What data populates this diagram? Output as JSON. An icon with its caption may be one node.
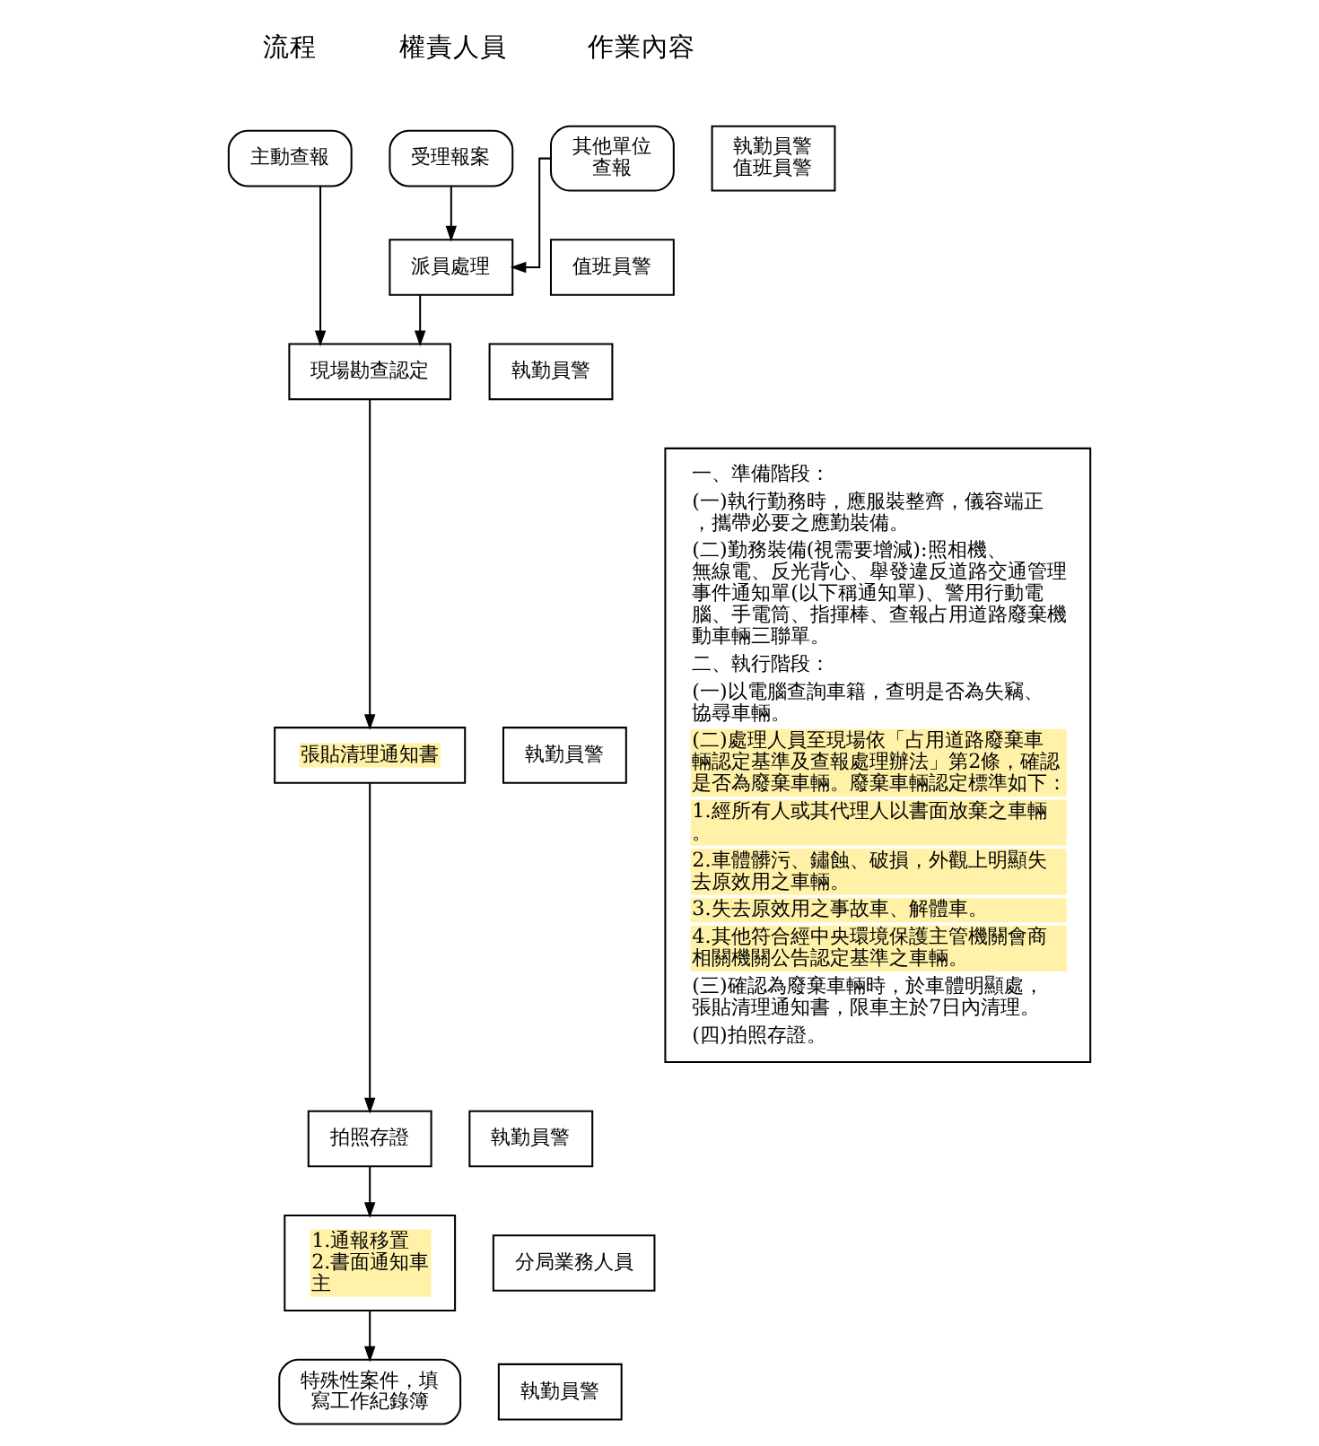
{
  "diagram": {
    "nodes": [
      {
        "text": [
          "主動查報"
        ]
      },
      {
        "text": [
          "受理報案"
        ]
      },
      {
        "text": [
          "其他單位查報"
        ]
      },
      {
        "text": [
          "執勤員警",
          "值班員警"
        ]
      },
      {
        "text": [
          "派員處理"
        ]
      },
      {
        "text": [
          "值班員警"
        ]
      },
      {
        "text": [
          "現場勘查認定"
        ]
      },
      {
        "text": [
          "執勤員警"
        ]
      },
      {
        "text": [
          "張貼清理通知書"
        ]
      },
      {
        "text": [
          "執勤員警"
        ]
      },
      {
        "text": [
          "拍照存證"
        ]
      },
      {
        "text": [
          "執勤員警"
        ]
      },
      {
        "text": [
          "1.通報移置",
          "2.書面通知車主"
        ]
      },
      {
        "text": [
          "分局業務人員"
        ]
      },
      {
        "text": [
          "特殊性案件，填寫工作紀錄簿"
        ]
      },
      {
        "text": [
          "執勤員警"
        ]
      },
      {
        "text": [
          "一、準備階段：",
          "(一)執行勤務時，應服裝整齊，儀容端正，攜帶必要之應勤裝備。",
          "(二)勤務裝備(視需要增減):照相機、無線電、反光背心、舉發違反道路交通管理事件通知單(以下稱通知單)、警用行動電腦、手電筒、指揮棒、查報占用道路廢棄機動車輛三聯單。",
          "二、執行階段：",
          "(一)以電腦查詢車籍，查明是否為失竊、協尋車輛。",
          "(二)處理人員至現場依「占用道路廢棄車輛認定基準及查報處理辦法」第2條，確認是否為廢棄車輛。廢棄車輛認定標準如下：",
          "1.經所有人或其代理人以書面放棄之車輛。",
          "2.車體髒污、鏽蝕、破損，外觀上明顯失去原效用之車輛。",
          "3.失去原效用之事故車、解體車。",
          "4.其他符合經中央環境保護主管機關會商相關機關公告認定基準之車輛。",
          "(三)確認為廢棄車輛時，於車體明顯處，張貼清理通知書，限車主於7日內清理。",
          "(四)拍照存證。"
        ]
      }
    ],
    "edges": [
      {
        "from": 1,
        "to": 4,
        "arrow": "to"
      },
      {
        "from": 2,
        "to": 4,
        "arrow": "to"
      },
      {
        "from": 0,
        "to": 6,
        "arrow": "to"
      },
      {
        "from": 4,
        "to": 6,
        "arrow": "to"
      },
      {
        "from": 6,
        "to": 8,
        "arrow": "to"
      },
      {
        "from": 8,
        "to": 10,
        "arrow": "to"
      },
      {
        "from": 10,
        "to": 12,
        "arrow": "to"
      },
      {
        "from": 12,
        "to": 14,
        "arrow": "to"
      }
    ],
    "labels": [
      "流程",
      "權責人員",
      "作業內容"
    ]
  }
}
